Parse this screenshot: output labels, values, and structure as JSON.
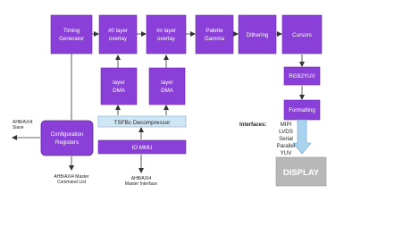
{
  "blocks": {
    "timing": [
      "Timing",
      "Generator"
    ],
    "overlay0": [
      "#0 layer",
      "overlay"
    ],
    "overlayn": [
      "#n layer",
      "overlay"
    ],
    "palette": [
      "Palette",
      "Gamma"
    ],
    "dithering": "Dithering",
    "cursors": "Cursors",
    "dma0": [
      "layer",
      "DMA"
    ],
    "dman": [
      "layer",
      "DMA"
    ],
    "tsfbc": "TSFBc Decompressor",
    "iommu": "IO MMU",
    "rgb2yuv": "RGB2YUV",
    "formatting": "Formatting",
    "config": [
      "Configuration",
      "Registers"
    ],
    "display": "DISPLAY"
  },
  "labels": {
    "ahb_slave": [
      "AHB/AXI4",
      "Slave"
    ],
    "ahb_cmd": [
      "AHB/AXI4 Master",
      "Command List"
    ],
    "ahb_master_if": [
      "AHB/AXI4",
      "Master Interface"
    ],
    "interfaces_title": "Interfaces:",
    "interfaces": [
      "MIPI",
      "LVDS",
      "Serial",
      "Parallel",
      "YUV"
    ]
  },
  "colors": {
    "block": "#8a3fd8",
    "decompressor": "#cfe6f7",
    "display": "#b7b7b7",
    "interface_arrow": "#a9d3ee"
  }
}
